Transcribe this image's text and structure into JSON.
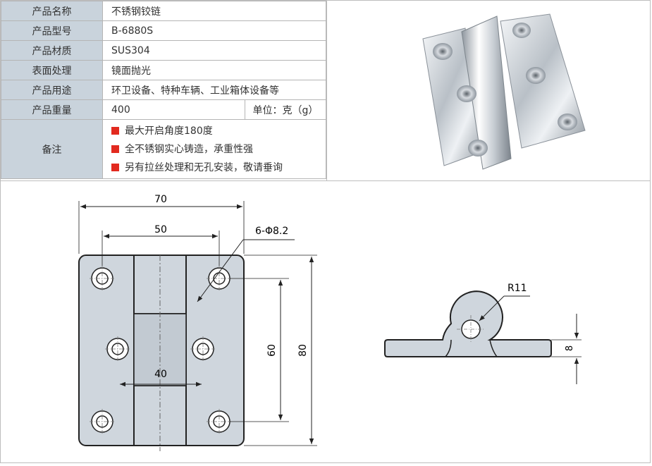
{
  "spec": {
    "rows": [
      {
        "label": "产品名称",
        "value": "不锈钢铰链"
      },
      {
        "label": "产品型号",
        "value": "B-6880S"
      },
      {
        "label": "产品材质",
        "value": "SUS304"
      },
      {
        "label": "表面处理",
        "value": "镜面抛光"
      },
      {
        "label": "产品用途",
        "value": "环卫设备、特种车辆、工业箱体设备等"
      }
    ],
    "weight": {
      "label": "产品重量",
      "value": "400",
      "unit": "单位：克（g）"
    },
    "notes": {
      "label": "备注",
      "items": [
        "最大开启角度180度",
        "全不锈钢实心铸造，承重性强",
        "另有拉丝处理和无孔安装，敬请垂询"
      ]
    }
  },
  "drawing": {
    "front": {
      "dim_total_width": "70",
      "dim_hole_span": "50",
      "dim_holes": "6-Φ8.2",
      "dim_hole_height": "60",
      "dim_total_height": "80",
      "dim_knuckle": "40"
    },
    "side": {
      "dim_radius": "R11",
      "dim_thickness": "8"
    }
  },
  "colors": {
    "label_bg": "#c9d3dc",
    "bullet": "#e22a1f",
    "drawing_fill": "#cfd6dd"
  }
}
